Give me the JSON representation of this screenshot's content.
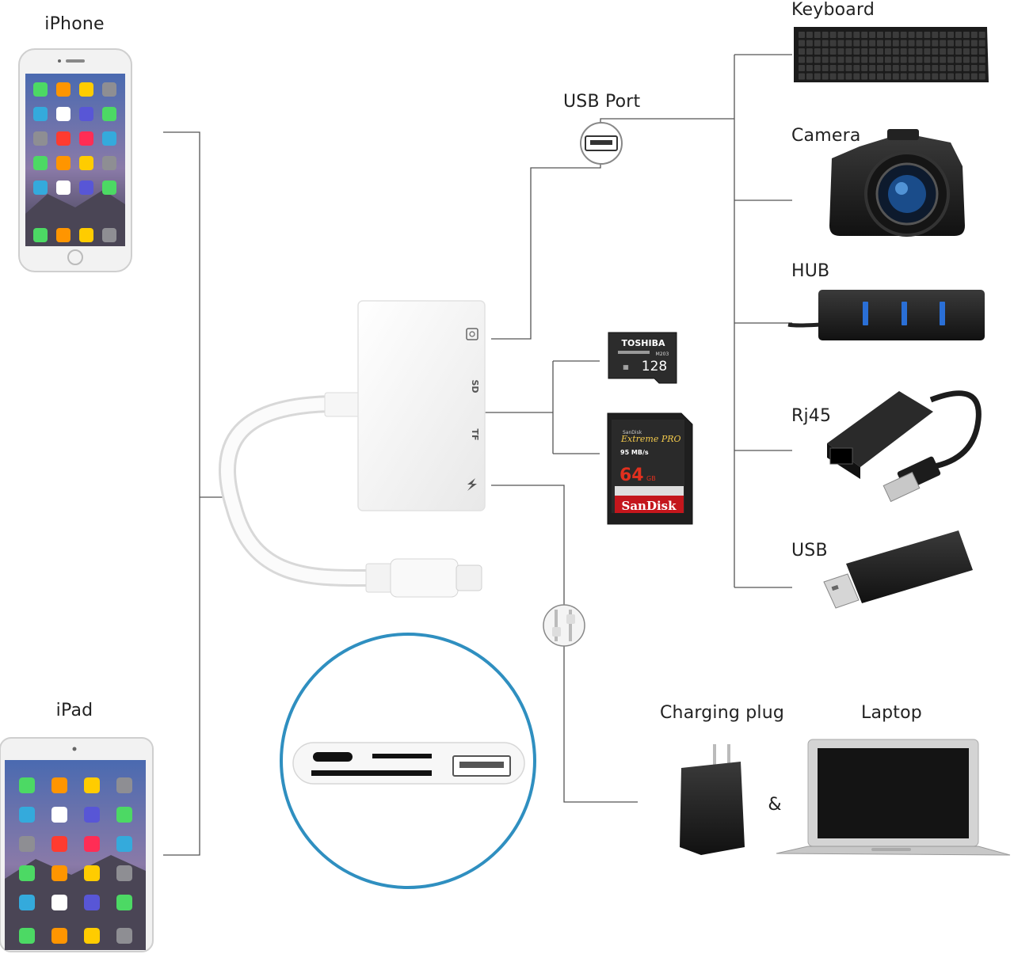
{
  "devices": {
    "iphone": "iPhone",
    "ipad": "iPad"
  },
  "ports": {
    "usb_port": "USB Port",
    "sd": "SD",
    "tf": "TF"
  },
  "peripherals": {
    "keyboard": "Keyboard",
    "camera": "Camera",
    "hub": "HUB",
    "rj45": "Rj45",
    "usb": "USB"
  },
  "cards": {
    "microsd": {
      "brand": "TOSHIBA",
      "model": "M203",
      "capacity": "128"
    },
    "sdcard": {
      "line": "Extreme PRO",
      "speed": "95 MB/s",
      "capacity": "64",
      "capacity_unit": "GB",
      "brand": "SanDisk",
      "maker": "SanDisk"
    }
  },
  "power": {
    "charging_plug": "Charging plug",
    "laptop": "Laptop",
    "ampersand": "&"
  },
  "colors": {
    "line": "#555555",
    "zoom_ring": "#2f8fc0",
    "adapter_body": "#f4f4f4",
    "sd_red": "#c4161c"
  }
}
